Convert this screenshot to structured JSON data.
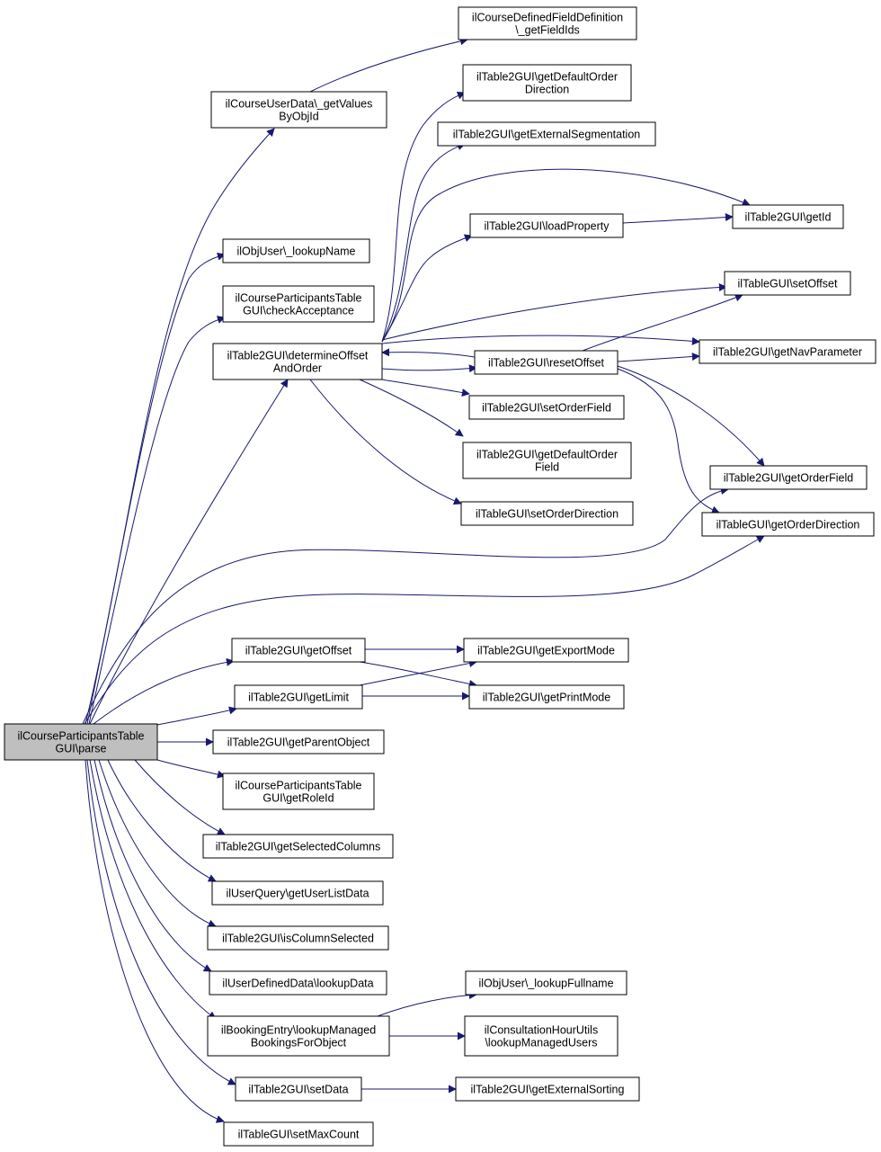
{
  "graph": {
    "edge_color": "#191970",
    "root_fill": "#bfbfbf",
    "nodes": [
      {
        "id": "root",
        "lines": [
          "ilCourseParticipantsTable",
          "GUI\\parse"
        ],
        "root": true
      },
      {
        "id": "getValuesByObjId",
        "lines": [
          "ilCourseUserData\\_getValues",
          "ByObjId"
        ]
      },
      {
        "id": "getFieldIds",
        "lines": [
          "ilCourseDefinedFieldDefinition",
          "\\_getFieldIds"
        ]
      },
      {
        "id": "lookupName",
        "lines": [
          "ilObjUser\\_lookupName"
        ]
      },
      {
        "id": "checkAcceptance",
        "lines": [
          "ilCourseParticipantsTable",
          "GUI\\checkAcceptance"
        ]
      },
      {
        "id": "determineOffset",
        "lines": [
          "ilTable2GUI\\determineOffset",
          "AndOrder"
        ]
      },
      {
        "id": "getDefaultOrderDirection",
        "lines": [
          "ilTable2GUI\\getDefaultOrder",
          "Direction"
        ]
      },
      {
        "id": "getExternalSegmentation",
        "lines": [
          "ilTable2GUI\\getExternalSegmentation"
        ]
      },
      {
        "id": "loadProperty",
        "lines": [
          "ilTable2GUI\\loadProperty"
        ]
      },
      {
        "id": "getId",
        "lines": [
          "ilTable2GUI\\getId"
        ]
      },
      {
        "id": "setOffset",
        "lines": [
          "ilTableGUI\\setOffset"
        ]
      },
      {
        "id": "getNavParameter",
        "lines": [
          "ilTable2GUI\\getNavParameter"
        ]
      },
      {
        "id": "resetOffset",
        "lines": [
          "ilTable2GUI\\resetOffset"
        ]
      },
      {
        "id": "setOrderField",
        "lines": [
          "ilTable2GUI\\setOrderField"
        ]
      },
      {
        "id": "getDefaultOrderField",
        "lines": [
          "ilTable2GUI\\getDefaultOrder",
          "Field"
        ]
      },
      {
        "id": "setOrderDirection",
        "lines": [
          "ilTableGUI\\setOrderDirection"
        ]
      },
      {
        "id": "getOrderField",
        "lines": [
          "ilTable2GUI\\getOrderField"
        ]
      },
      {
        "id": "getOrderDirection",
        "lines": [
          "ilTableGUI\\getOrderDirection"
        ]
      },
      {
        "id": "getOffset",
        "lines": [
          "ilTable2GUI\\getOffset"
        ]
      },
      {
        "id": "getExportMode",
        "lines": [
          "ilTable2GUI\\getExportMode"
        ]
      },
      {
        "id": "getLimit",
        "lines": [
          "ilTable2GUI\\getLimit"
        ]
      },
      {
        "id": "getPrintMode",
        "lines": [
          "ilTable2GUI\\getPrintMode"
        ]
      },
      {
        "id": "getParentObject",
        "lines": [
          "ilTable2GUI\\getParentObject"
        ]
      },
      {
        "id": "getRoleId",
        "lines": [
          "ilCourseParticipantsTable",
          "GUI\\getRoleId"
        ]
      },
      {
        "id": "getSelectedColumns",
        "lines": [
          "ilTable2GUI\\getSelectedColumns"
        ]
      },
      {
        "id": "getUserListData",
        "lines": [
          "ilUserQuery\\getUserListData"
        ]
      },
      {
        "id": "isColumnSelected",
        "lines": [
          "ilTable2GUI\\isColumnSelected"
        ]
      },
      {
        "id": "lookupData",
        "lines": [
          "ilUserDefinedData\\lookupData"
        ]
      },
      {
        "id": "lookupManagedBookings",
        "lines": [
          "ilBookingEntry\\lookupManaged",
          "BookingsForObject"
        ]
      },
      {
        "id": "lookupFullname",
        "lines": [
          "ilObjUser\\_lookupFullname"
        ]
      },
      {
        "id": "lookupManagedUsers",
        "lines": [
          "ilConsultationHourUtils",
          "\\lookupManagedUsers"
        ]
      },
      {
        "id": "setData",
        "lines": [
          "ilTable2GUI\\setData"
        ]
      },
      {
        "id": "getExternalSorting",
        "lines": [
          "ilTable2GUI\\getExternalSorting"
        ]
      },
      {
        "id": "setMaxCount",
        "lines": [
          "ilTableGUI\\setMaxCount"
        ]
      }
    ],
    "edges": [
      [
        "root",
        "getValuesByObjId"
      ],
      [
        "getValuesByObjId",
        "getFieldIds"
      ],
      [
        "root",
        "lookupName"
      ],
      [
        "root",
        "checkAcceptance"
      ],
      [
        "root",
        "determineOffset"
      ],
      [
        "determineOffset",
        "getDefaultOrderDirection"
      ],
      [
        "determineOffset",
        "getExternalSegmentation"
      ],
      [
        "determineOffset",
        "getId"
      ],
      [
        "determineOffset",
        "loadProperty"
      ],
      [
        "loadProperty",
        "getId"
      ],
      [
        "determineOffset",
        "setOffset"
      ],
      [
        "determineOffset",
        "getNavParameter"
      ],
      [
        "determineOffset",
        "resetOffset"
      ],
      [
        "resetOffset",
        "determineOffset"
      ],
      [
        "resetOffset",
        "setOffset"
      ],
      [
        "resetOffset",
        "getNavParameter"
      ],
      [
        "resetOffset",
        "getOrderField"
      ],
      [
        "resetOffset",
        "getOrderDirection"
      ],
      [
        "determineOffset",
        "setOrderField"
      ],
      [
        "determineOffset",
        "getDefaultOrderField"
      ],
      [
        "determineOffset",
        "setOrderDirection"
      ],
      [
        "root",
        "getOrderField"
      ],
      [
        "root",
        "getOrderDirection"
      ],
      [
        "root",
        "getOffset"
      ],
      [
        "getOffset",
        "getExportMode"
      ],
      [
        "getOffset",
        "getPrintMode"
      ],
      [
        "root",
        "getLimit"
      ],
      [
        "getLimit",
        "getExportMode"
      ],
      [
        "getLimit",
        "getPrintMode"
      ],
      [
        "root",
        "getParentObject"
      ],
      [
        "root",
        "getRoleId"
      ],
      [
        "root",
        "getSelectedColumns"
      ],
      [
        "root",
        "getUserListData"
      ],
      [
        "root",
        "isColumnSelected"
      ],
      [
        "root",
        "lookupData"
      ],
      [
        "root",
        "lookupManagedBookings"
      ],
      [
        "lookupManagedBookings",
        "lookupFullname"
      ],
      [
        "lookupManagedBookings",
        "lookupManagedUsers"
      ],
      [
        "root",
        "setData"
      ],
      [
        "setData",
        "getExternalSorting"
      ],
      [
        "root",
        "setMaxCount"
      ]
    ]
  }
}
